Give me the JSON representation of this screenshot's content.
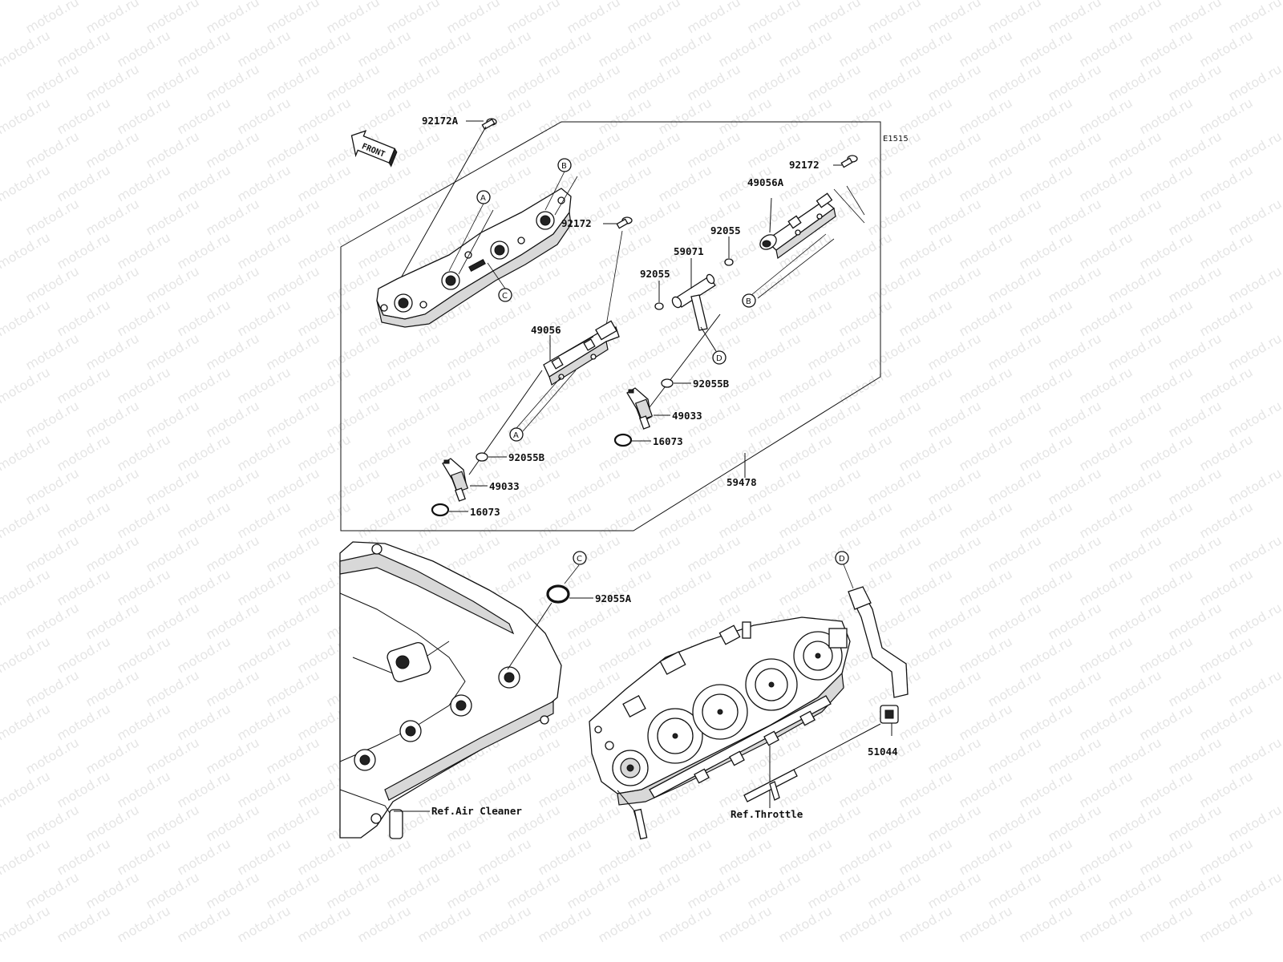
{
  "diagram": {
    "ref_code": "E1515",
    "watermark": "motod.ru",
    "front_arrow": {
      "text": "FRONT",
      "icon": "front-arrow-icon"
    },
    "parts": {
      "p_92172A": "92172A",
      "p_92172_top": "92172",
      "p_49056A": "49056A",
      "p_92055_a": "92055",
      "p_59071": "59071",
      "p_92055_b": "92055",
      "p_92172_mid": "92172",
      "p_49056": "49056",
      "p_92055B_right": "92055B",
      "p_49033_right": "49033",
      "p_16073_right": "16073",
      "p_92055B_left": "92055B",
      "p_49033_left": "49033",
      "p_16073_left": "16073",
      "p_59478": "59478",
      "p_92055A": "92055A",
      "p_51044": "51044"
    },
    "refs": {
      "air_cleaner": "Ref.Air Cleaner",
      "throttle": "Ref.Throttle"
    },
    "callouts": {
      "a_top": "A",
      "b_top": "B",
      "c_top": "C",
      "b_right": "B",
      "d_mid": "D",
      "a_bottom": "A",
      "c_bottom": "C",
      "d_bottom": "D"
    }
  }
}
